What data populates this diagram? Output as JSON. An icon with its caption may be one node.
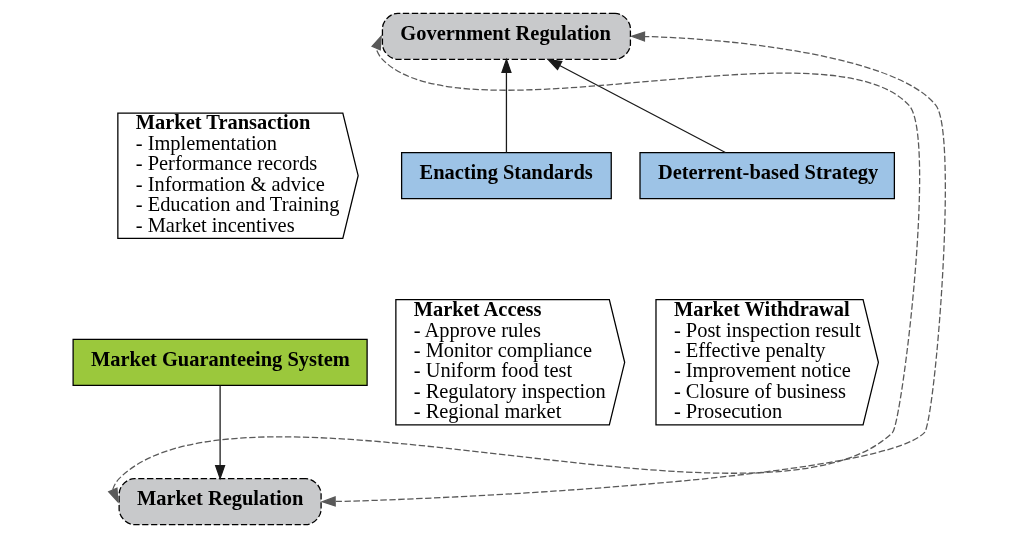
{
  "diagram": {
    "nodes": [
      {
        "text": [
          "Government Regulation"
        ]
      },
      {
        "text": [
          "Enacting Standards"
        ]
      },
      {
        "text": [
          "Market Access",
          "- Approve rules",
          "- Monitor compliance",
          "- Uniform food test",
          "- Regulatory inspection",
          "- Regional market"
        ]
      },
      {
        "text": [
          "Market Transaction",
          "- Implementation",
          "- Performance records",
          "- Information & advice",
          "- Education and Training",
          "- Market incentives"
        ]
      },
      {
        "text": [
          "Deterrent-based Strategy"
        ]
      },
      {
        "text": [
          "Market Withdrawal",
          "- Post inspection result",
          "- Effective penalty",
          "- Improvement notice",
          "- Closure of business",
          "- Prosecution"
        ]
      },
      {
        "text": [
          "Market Guaranteeing System"
        ]
      },
      {
        "text": [
          "Market Regulation"
        ]
      }
    ],
    "edges": [
      {
        "from": 1,
        "to": 0,
        "arrow": "to"
      },
      {
        "from": 4,
        "to": 0,
        "arrow": "to"
      },
      {
        "from": 6,
        "to": 7,
        "arrow": "to"
      },
      {
        "from": 7,
        "to": 0,
        "arrow": "both",
        "style": "dashed",
        "color": "#595959"
      },
      {
        "from": 7,
        "to": 0,
        "arrow": "both",
        "style": "dashed",
        "color": "#595959"
      }
    ]
  }
}
